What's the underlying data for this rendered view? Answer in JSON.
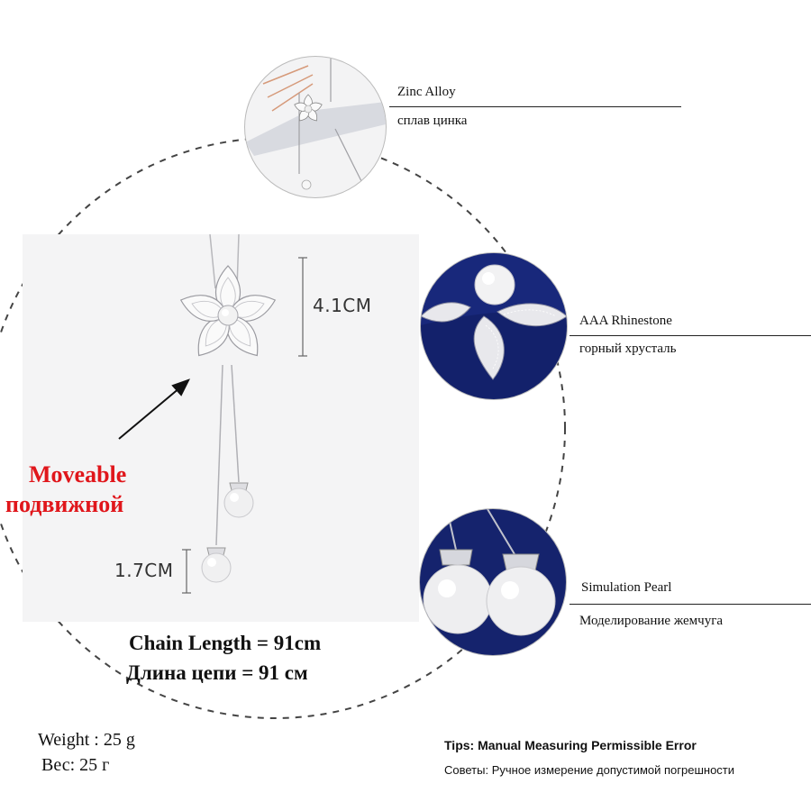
{
  "callouts": {
    "zinc": {
      "en": "Zinc Alloy",
      "ru": "сплав цинка"
    },
    "rhinestone": {
      "en": "AAA Rhinestone",
      "ru": "горный хрусталь"
    },
    "pearl": {
      "en": "Simulation Pearl",
      "ru": "Моделирование жемчуга"
    }
  },
  "dimensions": {
    "flower": "4.1CM",
    "pearl": "1.7CM"
  },
  "moveable": {
    "en": "Moveable",
    "ru": "подвижной",
    "color": "#e0161b"
  },
  "chain": {
    "en": "Chain Length = 91cm",
    "ru": "Длина цепи = 91 см"
  },
  "weight": {
    "en": "Weight : 25 g",
    "ru": "Вес: 25 г"
  },
  "tips": {
    "en": "Tips: Manual Measuring Permissible Error",
    "ru": "Советы: Ручное измерение допустимой погрешности"
  },
  "colors": {
    "navy": "#13216b",
    "silver": "#d9dbe0",
    "panel": "#f4f4f5"
  },
  "icons": [
    "flower-pendant-icon",
    "pearl-drop-icon",
    "arrow-icon"
  ]
}
